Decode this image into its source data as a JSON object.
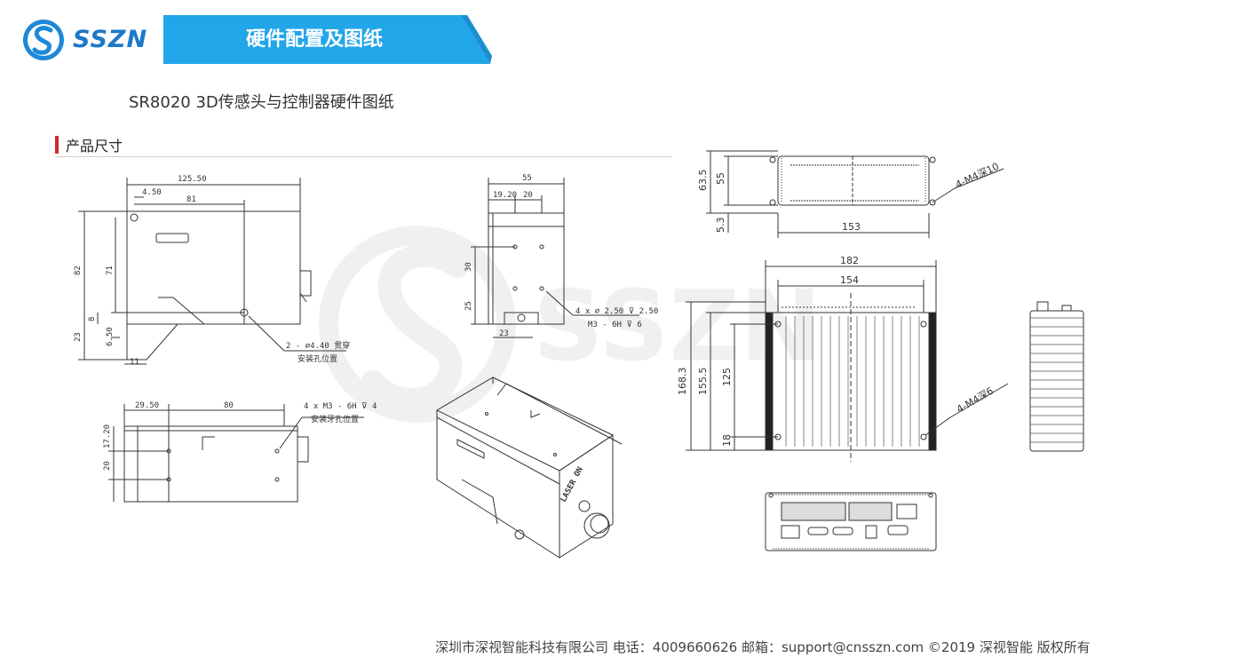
{
  "header": {
    "logo_text": "SSZN",
    "banner_title": "硬件配置及图纸",
    "brand_color": "#1e88d8",
    "banner_color": "#22a6ea"
  },
  "subtitle": "SR8020 3D传感头与控制器硬件图纸",
  "section": {
    "label": "产品尺寸",
    "bar_color": "#d12a2a"
  },
  "drawings": {
    "sensor_side": {
      "dims": [
        "125.50",
        "4.50",
        "81",
        "82",
        "71",
        "8",
        "23",
        "6.50",
        "11"
      ],
      "note_line1": "2 - ∅4.40 贯穿",
      "note_line2": "安装孔位置"
    },
    "sensor_front": {
      "dims": [
        "55",
        "19.20",
        "20",
        "30",
        "25",
        "23"
      ],
      "note_line1": "4 x ∅ 2.50 ⊽ 2.50",
      "note_line2": "M3 - 6H ⊽ 6"
    },
    "sensor_bottom": {
      "dims": [
        "29.50",
        "80",
        "17.20",
        "20"
      ],
      "note_line1": "4 x M3 - 6H ⊽ 4",
      "note_line2": "安装牙孔位置"
    },
    "sensor_iso": {
      "label": "LASER ON"
    },
    "controller_top": {
      "dims": [
        "63.5",
        "55",
        "5.3",
        "153"
      ],
      "note": "4-M4深10"
    },
    "controller_front": {
      "dims": [
        "182",
        "154",
        "168.3",
        "155.5",
        "125",
        "18"
      ],
      "note": "4-M4深6"
    }
  },
  "watermark_text": "SSZN",
  "footer": "深圳市深视智能科技有限公司  电话：4009660626 邮箱：support@cnsszn.com ©2019 深视智能 版权所有"
}
